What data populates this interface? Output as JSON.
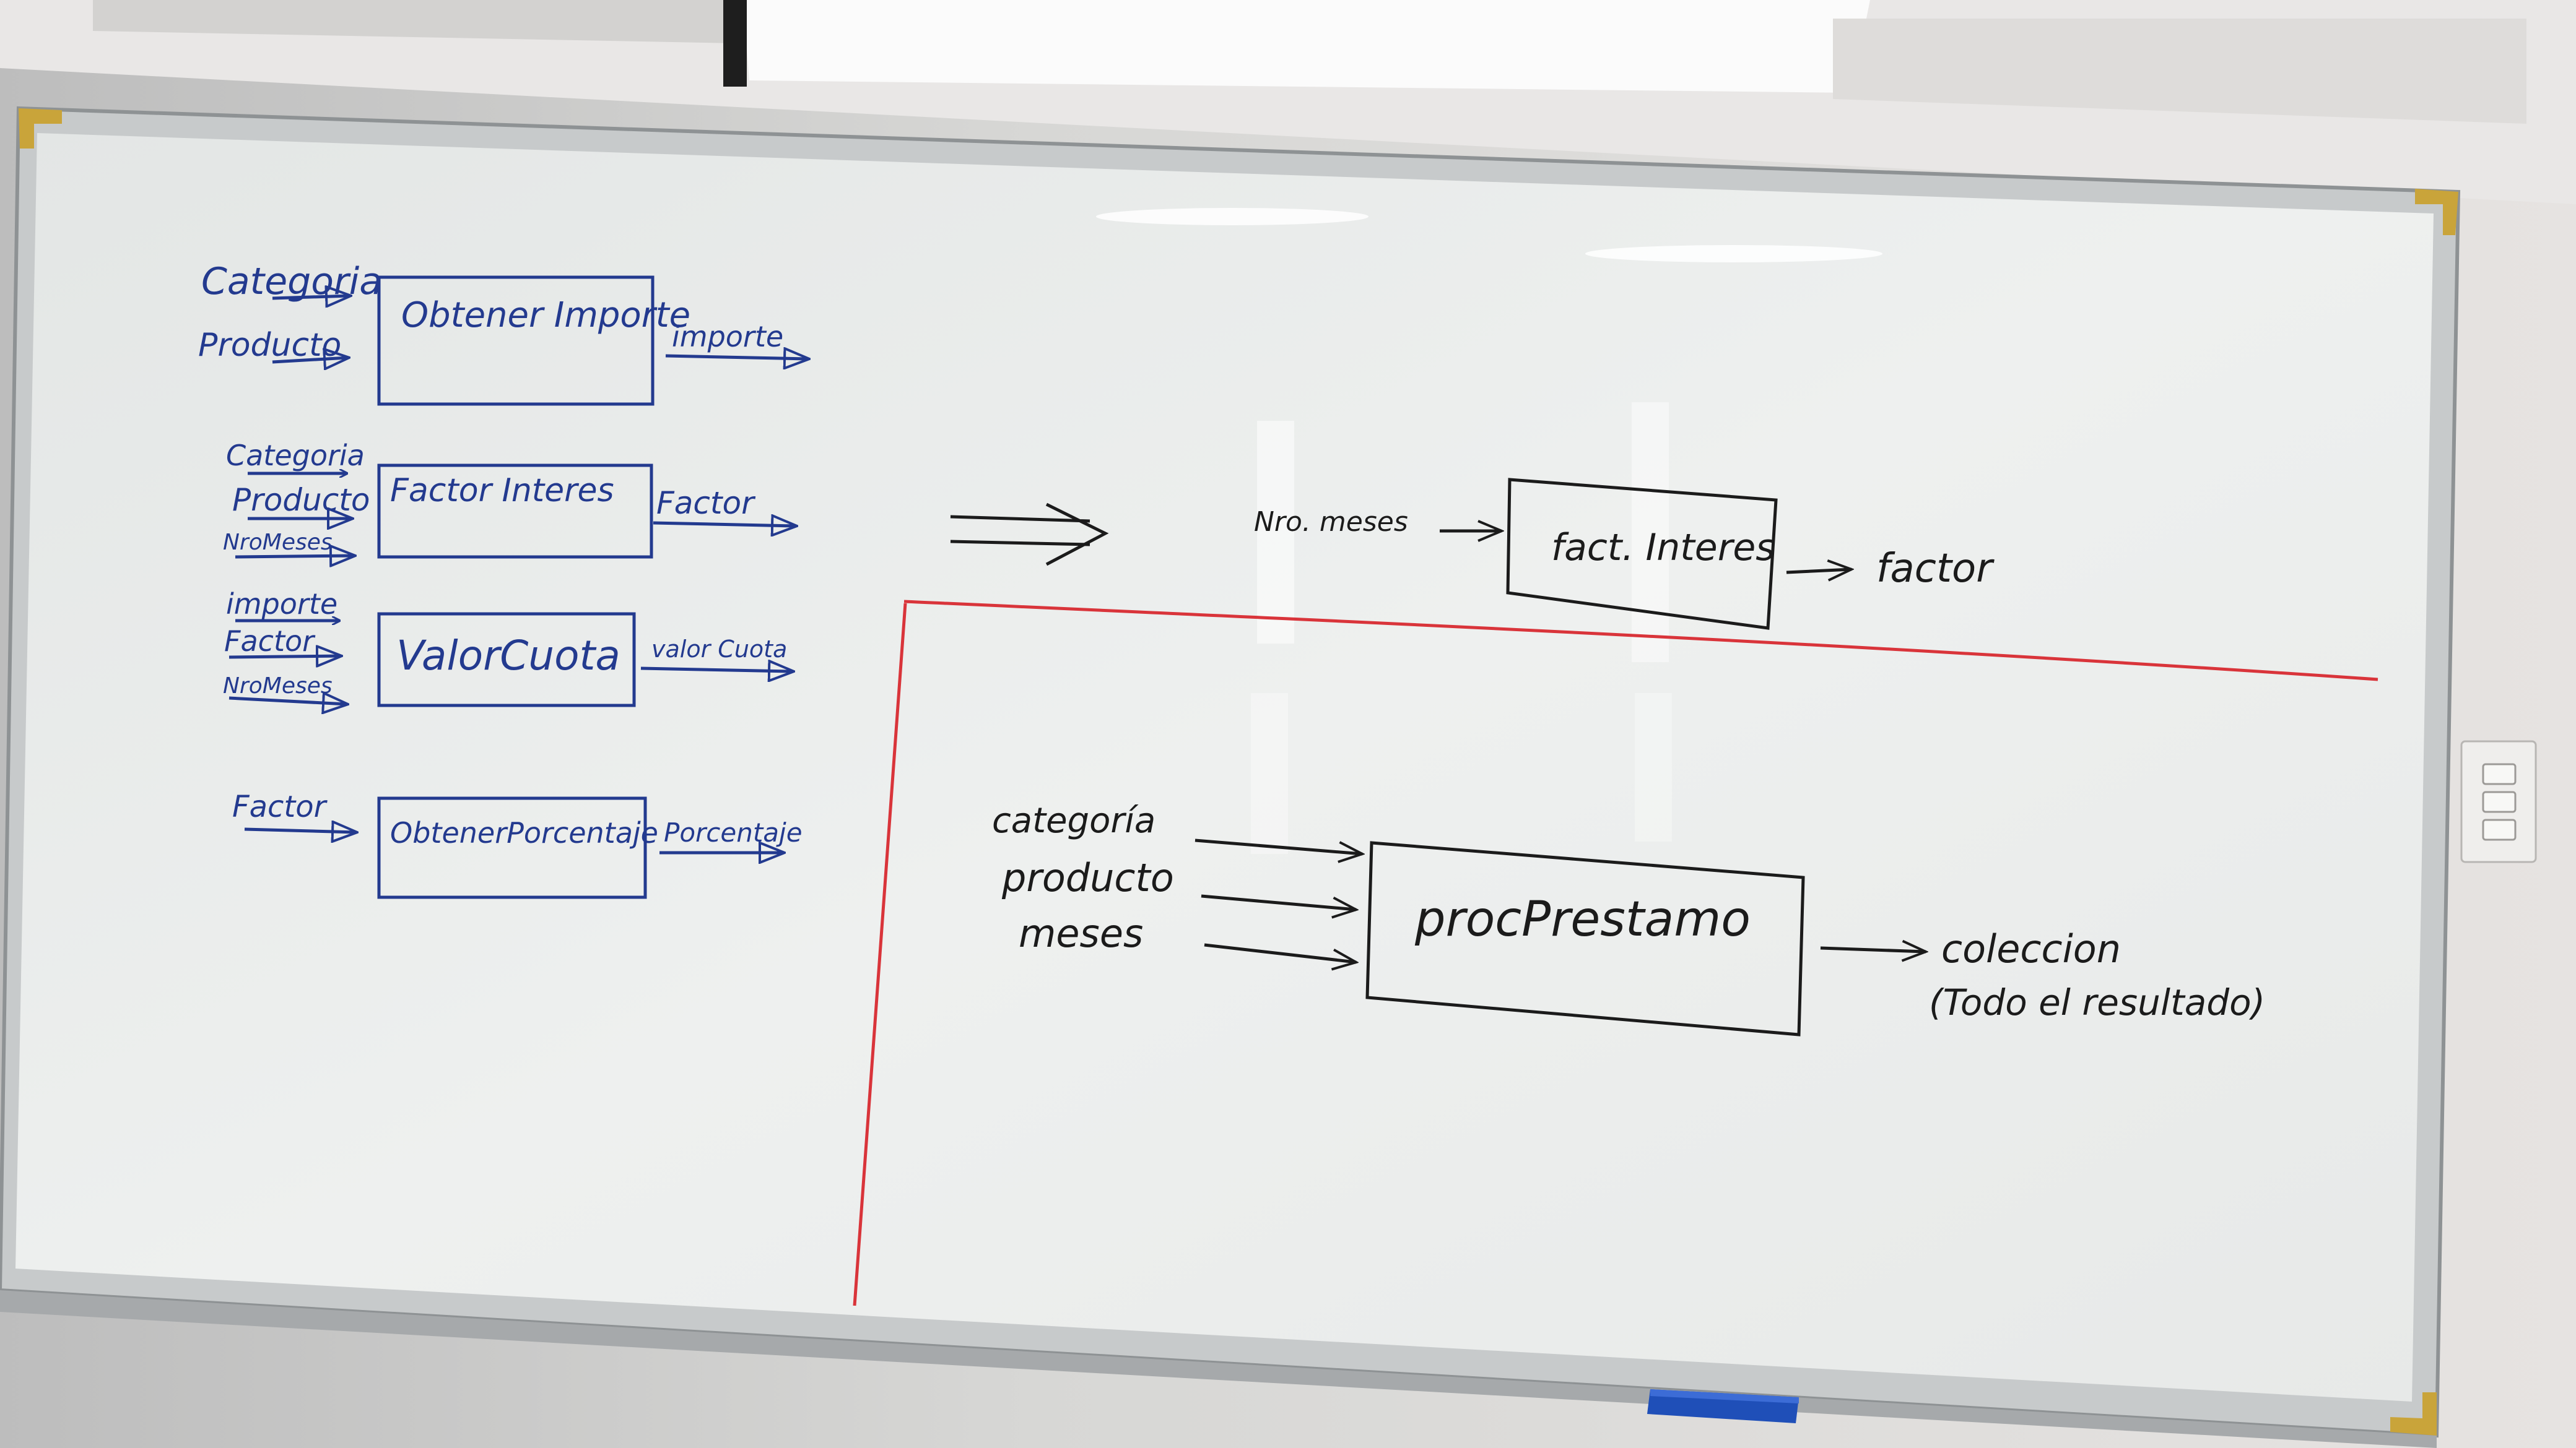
{
  "colors": {
    "marker_blue": "#233a8f",
    "marker_black": "#1b1b1b",
    "marker_red": "#d9343a",
    "board": "#eef0ef",
    "frame": "#c9cccd",
    "eraser": "#1f4fb8"
  },
  "left_diagrams": [
    {
      "inputs": [
        "Categoria",
        "Producto"
      ],
      "box": "Obtener Importe",
      "output": "importe"
    },
    {
      "inputs": [
        "Categoria",
        "Producto",
        "NroMeses"
      ],
      "box": "Factor Interes",
      "output": "Factor"
    },
    {
      "inputs": [
        "importe",
        "Factor",
        "NroMeses"
      ],
      "box": "ValorCuota",
      "output": "valor Cuota"
    },
    {
      "inputs": [
        "Factor"
      ],
      "box": "ObtenerPorcentaje",
      "output": "Porcentaje"
    }
  ],
  "implies_arrow": "⟹",
  "top_right": {
    "input": "Nro. meses",
    "box": "fact. Interes",
    "output": "factor"
  },
  "bottom_right": {
    "inputs": [
      "categoría",
      "producto",
      "meses"
    ],
    "box": "procPrestamo",
    "output": "coleccion",
    "note": "(Todo el resultado)"
  },
  "icons": [
    "light-switch-icon",
    "eraser-icon"
  ]
}
